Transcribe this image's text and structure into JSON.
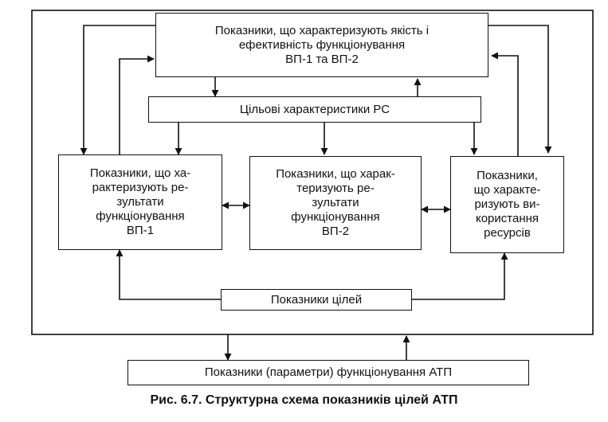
{
  "nodes": {
    "quality": "Показники, що характеризують якість і\nефективність функціонування\nВП-1 та ВП-2",
    "targets": "Цільові характеристики РС",
    "results_vp1": "Показники, що ха-\nрактеризують ре-\nзультати\nфункціонування\nВП-1",
    "results_vp2": "Показники, що харак-\nтеризують ре-\nзультати\nфункціонування\nВП-2",
    "resources": "Показники,\nщо характе-\nризують ви-\nкористання\nресурсів",
    "goals": "Показники цілей",
    "atp_params": "Показники (параметри) функціонування АТП"
  },
  "caption": "Рис. 6.7. Структурна схема показників цілей АТП"
}
